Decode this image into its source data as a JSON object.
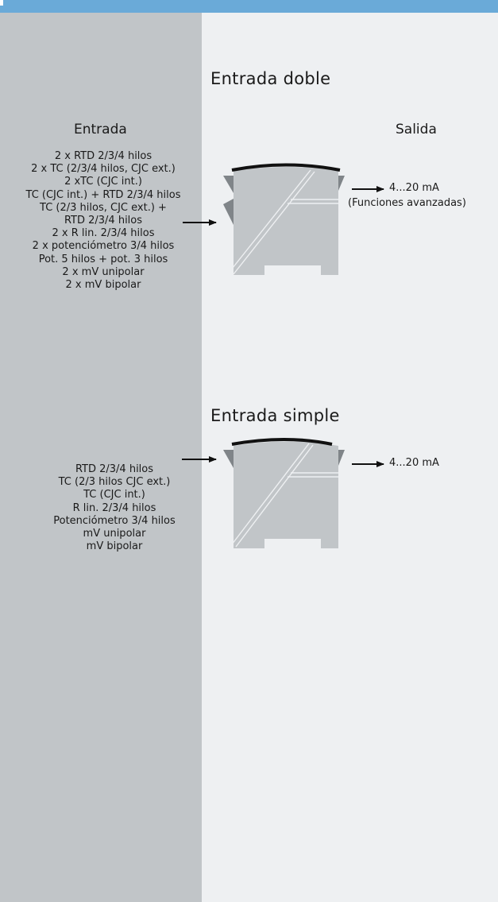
{
  "header": {
    "color": "#6aaad8"
  },
  "colors": {
    "left_panel": "#c1c5c8",
    "right_panel": "#eef0f2",
    "device_body": "#c1c5c8",
    "device_side_tabs": "#808589",
    "device_top": "#111111"
  },
  "double": {
    "title": "Entrada doble",
    "input_heading": "Entrada",
    "output_heading": "Salida",
    "inputs": [
      "2 x RTD 2/3/4 hilos",
      "2 x TC (2/3/4 hilos, CJC ext.)",
      "2 xTC (CJC int.)",
      "TC (CJC int.) + RTD 2/3/4 hilos",
      "TC (2/3 hilos, CJC ext.) +",
      "RTD 2/3/4 hilos",
      "2 x R lin. 2/3/4 hilos",
      "2 x potenciómetro 3/4 hilos",
      "Pot. 5 hilos + pot. 3 hilos",
      "2 x mV unipolar",
      "2 x mV bipolar"
    ],
    "output_value": "4...20 mA",
    "output_note": "(Funciones avanzadas)"
  },
  "single": {
    "title": "Entrada simple",
    "inputs": [
      "RTD 2/3/4 hilos",
      "TC (2/3 hilos CJC ext.)",
      "TC (CJC int.)",
      "R lin. 2/3/4 hilos",
      "Potenciómetro 3/4 hilos",
      "mV unipolar",
      "mV bipolar"
    ],
    "output_value": "4...20 mA"
  }
}
